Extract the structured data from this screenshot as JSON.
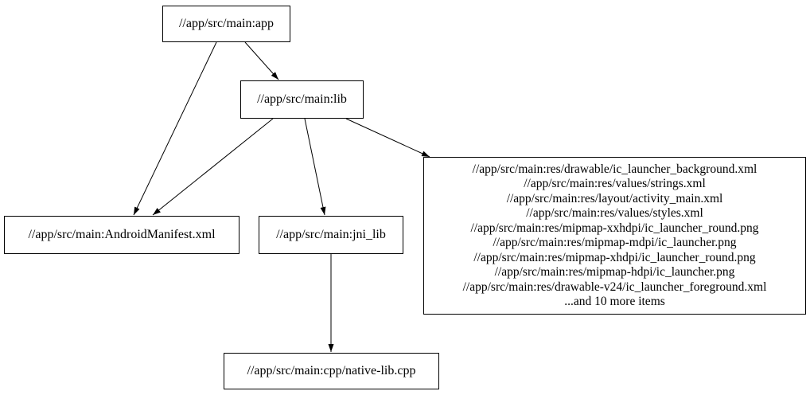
{
  "graph": {
    "type": "dependency-graph",
    "background_color": "#ffffff",
    "node_border_color": "#000000",
    "edge_color": "#000000",
    "text_color": "#000000",
    "nodes": {
      "app": {
        "label": "//app/src/main:app"
      },
      "lib": {
        "label": "//app/src/main:lib"
      },
      "manifest": {
        "label": "//app/src/main:AndroidManifest.xml"
      },
      "jni_lib": {
        "label": "//app/src/main:jni_lib"
      },
      "res_group": {
        "lines": [
          "//app/src/main:res/drawable/ic_launcher_background.xml",
          "//app/src/main:res/values/strings.xml",
          "//app/src/main:res/layout/activity_main.xml",
          "//app/src/main:res/values/styles.xml",
          "//app/src/main:res/mipmap-xxhdpi/ic_launcher_round.png",
          "//app/src/main:res/mipmap-mdpi/ic_launcher.png",
          "//app/src/main:res/mipmap-xhdpi/ic_launcher_round.png",
          "//app/src/main:res/mipmap-hdpi/ic_launcher.png",
          "//app/src/main:res/drawable-v24/ic_launcher_foreground.xml",
          "...and 10 more items"
        ]
      },
      "native_lib": {
        "label": "//app/src/main:cpp/native-lib.cpp"
      }
    },
    "edges": [
      {
        "from": "app",
        "to": "lib"
      },
      {
        "from": "app",
        "to": "manifest"
      },
      {
        "from": "lib",
        "to": "manifest"
      },
      {
        "from": "lib",
        "to": "jni_lib"
      },
      {
        "from": "lib",
        "to": "res_group"
      },
      {
        "from": "jni_lib",
        "to": "native_lib"
      }
    ]
  }
}
